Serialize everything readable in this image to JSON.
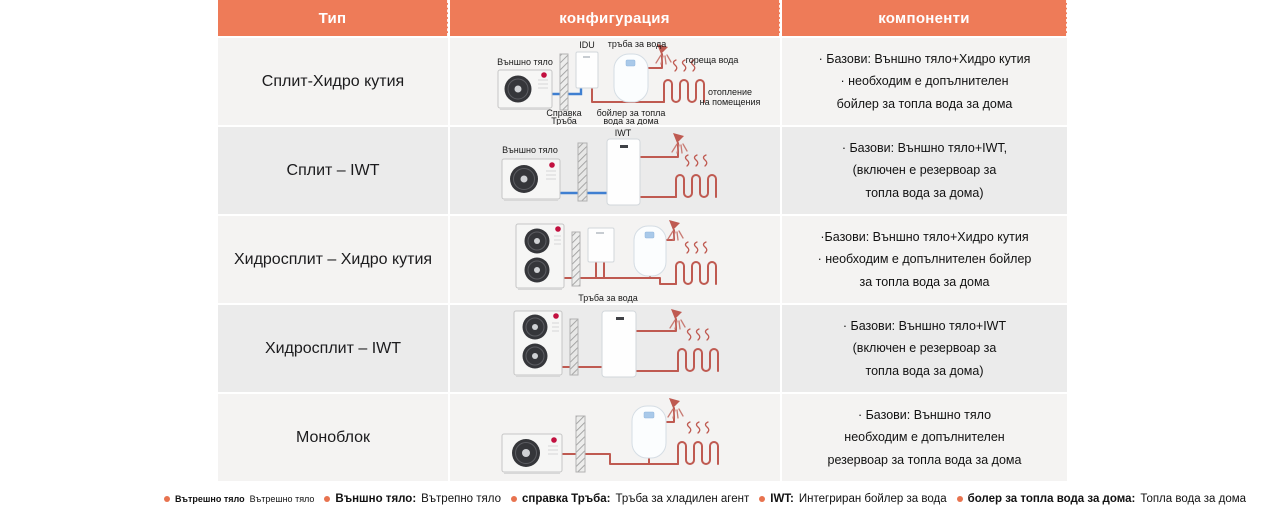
{
  "table": {
    "header": {
      "type": "Тип",
      "configuration": "конфигурация",
      "components": "компоненти"
    },
    "rows": [
      {
        "type": "Сплит-Хидро кутия",
        "labels": {
          "outdoor": "Външно тяло",
          "idu": "IDU",
          "water_pipe": "тръба за вода",
          "hot_water": "гореща вода",
          "ref_pipe_1": "Справка",
          "ref_pipe_2": "Тръба",
          "boiler_1": "бойлер за топла",
          "boiler_2": "вода за дома",
          "heating_1": "отопление",
          "heating_2": "на помещения"
        },
        "components": [
          "· Базови: Външно тяло+Хидро кутия",
          "· необходим е допълнителен",
          "бойлер за топла вода за дома"
        ]
      },
      {
        "type": "Сплит – IWT",
        "labels": {
          "outdoor": "Външно тяло",
          "iwt": "IWT"
        },
        "components": [
          "· Базови: Външно тяло+IWT,",
          "(включен е резервоар за",
          "топла вода за дома)"
        ]
      },
      {
        "type": "Хидросплит – Хидро кутия",
        "labels": {
          "water_pipe": "Тръба за вода"
        },
        "components": [
          "·Базови: Външно тяло+Хидро кутия",
          "· необходим е допълнителен бойлер",
          "за топла вода за дома"
        ]
      },
      {
        "type": "Хидросплит – IWT",
        "labels": {},
        "components": [
          "· Базови: Външно тяло+IWT",
          "(включен е резервоар за",
          "топла вода за дома)"
        ]
      },
      {
        "type": "Моноблок",
        "labels": {},
        "components": [
          "· Базови: Външно тяло",
          "необходим е допълнителен",
          "резервоар за топла вода за дома"
        ]
      }
    ]
  },
  "legend": [
    {
      "label": "Вътрешно тяло",
      "desc": "Вътрешно тяло"
    },
    {
      "label": "Външно тяло:",
      "desc": "Вътрепно тяло"
    },
    {
      "label": "справка Тръба:",
      "desc": "Тръба за хладилен агент"
    },
    {
      "label": "IWT:",
      "desc": "Интегриран бойлер за вода"
    },
    {
      "label": "болер за топла вода за дома:",
      "desc": "Топла вода за дома"
    }
  ],
  "colors": {
    "header_bg": "#ee7b58",
    "row_light": "#f4f3f2",
    "row_dark": "#ebebeb",
    "pipe_red": "#bf5a51",
    "pipe_blue": "#3f7fd1",
    "legend_dot": "#e8734f"
  }
}
